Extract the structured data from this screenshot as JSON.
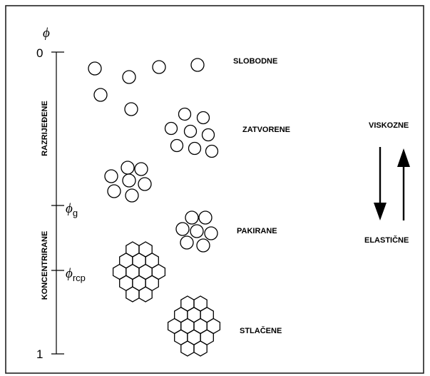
{
  "axis": {
    "symbol": "ϕ",
    "top_tick": "0",
    "bottom_tick": "1",
    "phi_g_sub": "g",
    "phi_rcp_sub": "rcp"
  },
  "regions": {
    "dilute": "RAZRIJEĐENE",
    "concentrated": "KONCENTRIRANE"
  },
  "states": {
    "free": "SLOBODNE",
    "closed": "ZATVORENE",
    "packed": "PAKIRANE",
    "compressed": "STLAČENE"
  },
  "behavior": {
    "viscous": "VISKOZNE",
    "elastic": "ELASTIČNE"
  }
}
